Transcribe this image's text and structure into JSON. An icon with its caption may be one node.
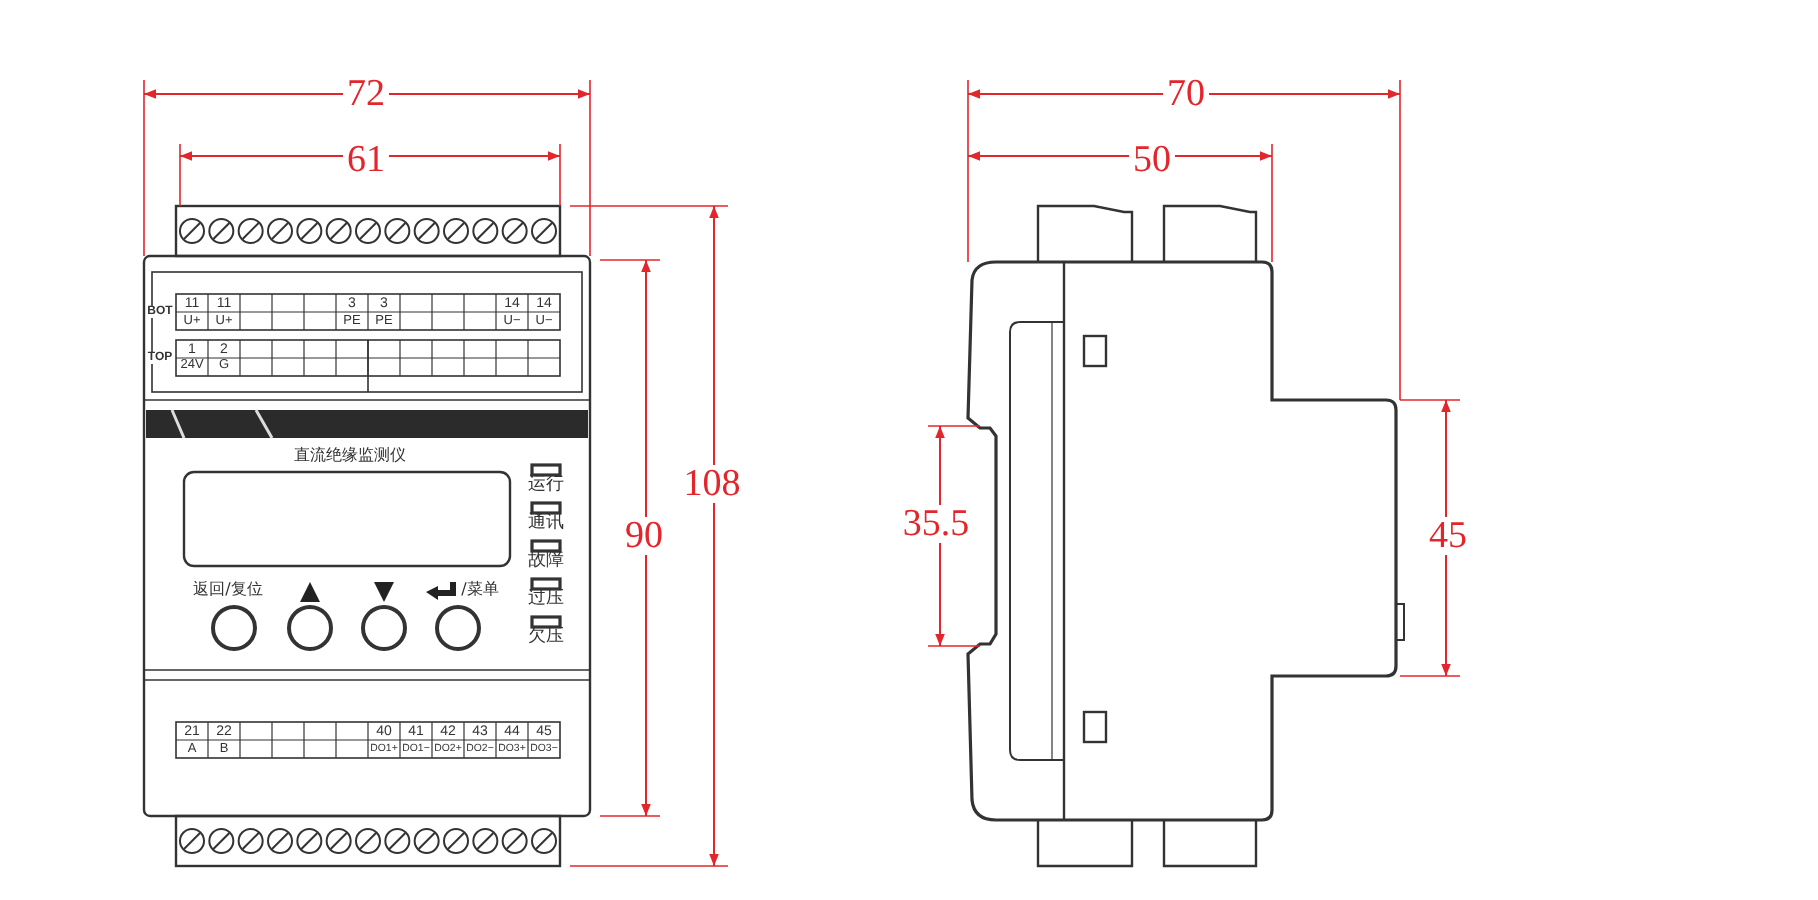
{
  "diagram": {
    "labels": [
      "72",
      "61",
      "70",
      "50",
      "BOT",
      "11",
      "11",
      "3",
      "3",
      "14",
      "14",
      "U+",
      "U+",
      "PE",
      "PE",
      "U−",
      "U−",
      "TOP",
      "1",
      "2",
      "24V",
      "G",
      "直流绝缘监测仪",
      "运行",
      "通讯",
      "故障",
      "过压",
      "欠压",
      "返回/复位",
      "/菜单",
      "108",
      "90",
      "35.5",
      "45",
      "21",
      "22",
      "40",
      "41",
      "42",
      "43",
      "44",
      "45",
      "A",
      "B",
      "DO1+",
      "DO1−",
      "DO2+",
      "DO2−",
      "DO3+",
      "DO3−"
    ]
  }
}
